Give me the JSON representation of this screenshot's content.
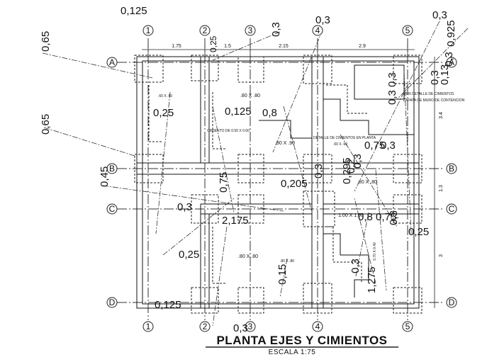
{
  "title": {
    "main": "PLANTA EJES Y CIMIENTOS",
    "scale": "ESCALA 1:75"
  },
  "axes": {
    "columns": [
      "1",
      "2",
      "3",
      "4",
      "5"
    ],
    "rows": [
      "A",
      "B",
      "C",
      "D"
    ]
  },
  "top_dimensions": [
    "1.75",
    "1.5",
    "2.15",
    "2.9"
  ],
  "right_dimensions": [
    "3.4",
    "1.3",
    "3"
  ],
  "footing_labels": {
    "f1": ".80 X .80",
    "f2": ".90 X .90",
    "f3": ".80 X .80",
    "f4": ".80 X .80",
    "f5": "1.00 X 1.00",
    "f6": ".60 X .60",
    "f7": ".80 X .80",
    "f8": ".60 X .60",
    "f9": "0.70 X 0.40"
  },
  "notes": {
    "n1": "CIMIENTO DE 0.50 X 0.60",
    "n2": "DETALLE DE CIMIENTOS EN PLANTA",
    "n3": "VER DETALLE DE CIMIENTOS",
    "n4": "ZAPATA DE MURO DE CONTENCION"
  },
  "annotations": {
    "a1": "0,125",
    "a2": "0,65",
    "a3": "0,65",
    "a4": "0,45",
    "a5": "0,3",
    "a6": "0,3",
    "a7": "0,25",
    "a8": "0,3",
    "a9": "0,925",
    "a10": "0,3",
    "a11": "0,125",
    "a12": "0,8",
    "a13": "0,25",
    "a14": "0,3",
    "a15": "0,75",
    "a16": "0,3",
    "a17": "0,205",
    "a18": "0,3",
    "a19": "2,175",
    "a20": "0,25",
    "a21": "0,2",
    "a22": "0,3",
    "a23": "0,75",
    "a24": "0,3",
    "a25": "0,125",
    "a26": "0,3",
    "a27": "0,15",
    "a28": "0,3",
    "a29": "1,275",
    "a30": "0,3",
    "a31": "0,25",
    "a32": "0,3",
    "a33": "0,295",
    "a34": "0,8",
    "a35": "0,75",
    "a36": "0,3",
    "a37": "0,13"
  }
}
